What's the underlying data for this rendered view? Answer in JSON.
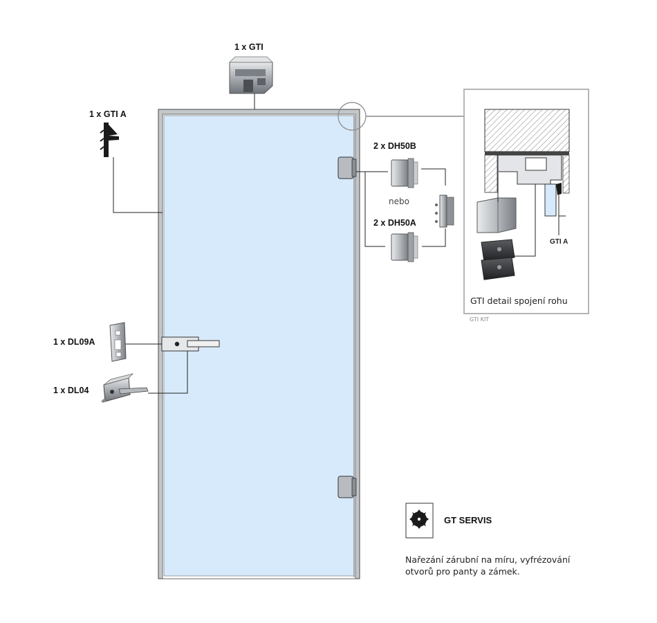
{
  "labels": {
    "gti": "1 x GTI",
    "gti_a": "1 x GTI A",
    "dh50b": "2 x DH50B",
    "nebo": "nebo",
    "dh50a": "2 x DH50A",
    "dl09a": "1 x DL09A",
    "dl04": "1 x DL04"
  },
  "detail": {
    "caption": "GTI detail spojení rohu",
    "part_label": "GTI A",
    "kit_label": "GTI KIT"
  },
  "servis": {
    "title": "GT SERVIS",
    "line1": "Nařezání zárubní na míru, vyfrézování",
    "line2": "otvorů pro panty a zámek."
  },
  "colors": {
    "glass": "#d7eafb",
    "frame": "#c4c7ca",
    "line": "#222222",
    "detail_border": "#b5b5b5"
  }
}
